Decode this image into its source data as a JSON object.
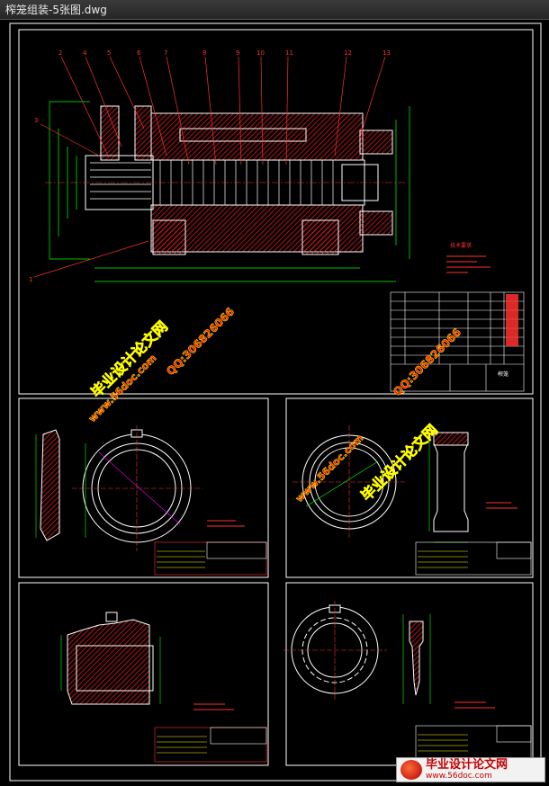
{
  "window": {
    "title": "榨笼组装-5张图.dwg"
  },
  "drawing": {
    "part_numbers": [
      "2",
      "4",
      "5",
      "6",
      "7",
      "8",
      "9",
      "10",
      "11",
      "12",
      "13"
    ],
    "left_marks": [
      "3",
      "1"
    ],
    "title_block_name": "榨笼",
    "notes_header": "技术要求"
  },
  "watermark": {
    "site_cn": "毕业设计论文网",
    "url": "www.56doc.com",
    "qq": "QQ:306826066"
  },
  "logo": {
    "name": "毕业设计论文网",
    "url": "www.56doc.com"
  },
  "colors": {
    "line": "#ffffff",
    "red": "#ff3030",
    "green": "#00ff00",
    "yellow": "#ffff00",
    "magenta": "#ff00ff",
    "hatch": "#ff2020"
  }
}
